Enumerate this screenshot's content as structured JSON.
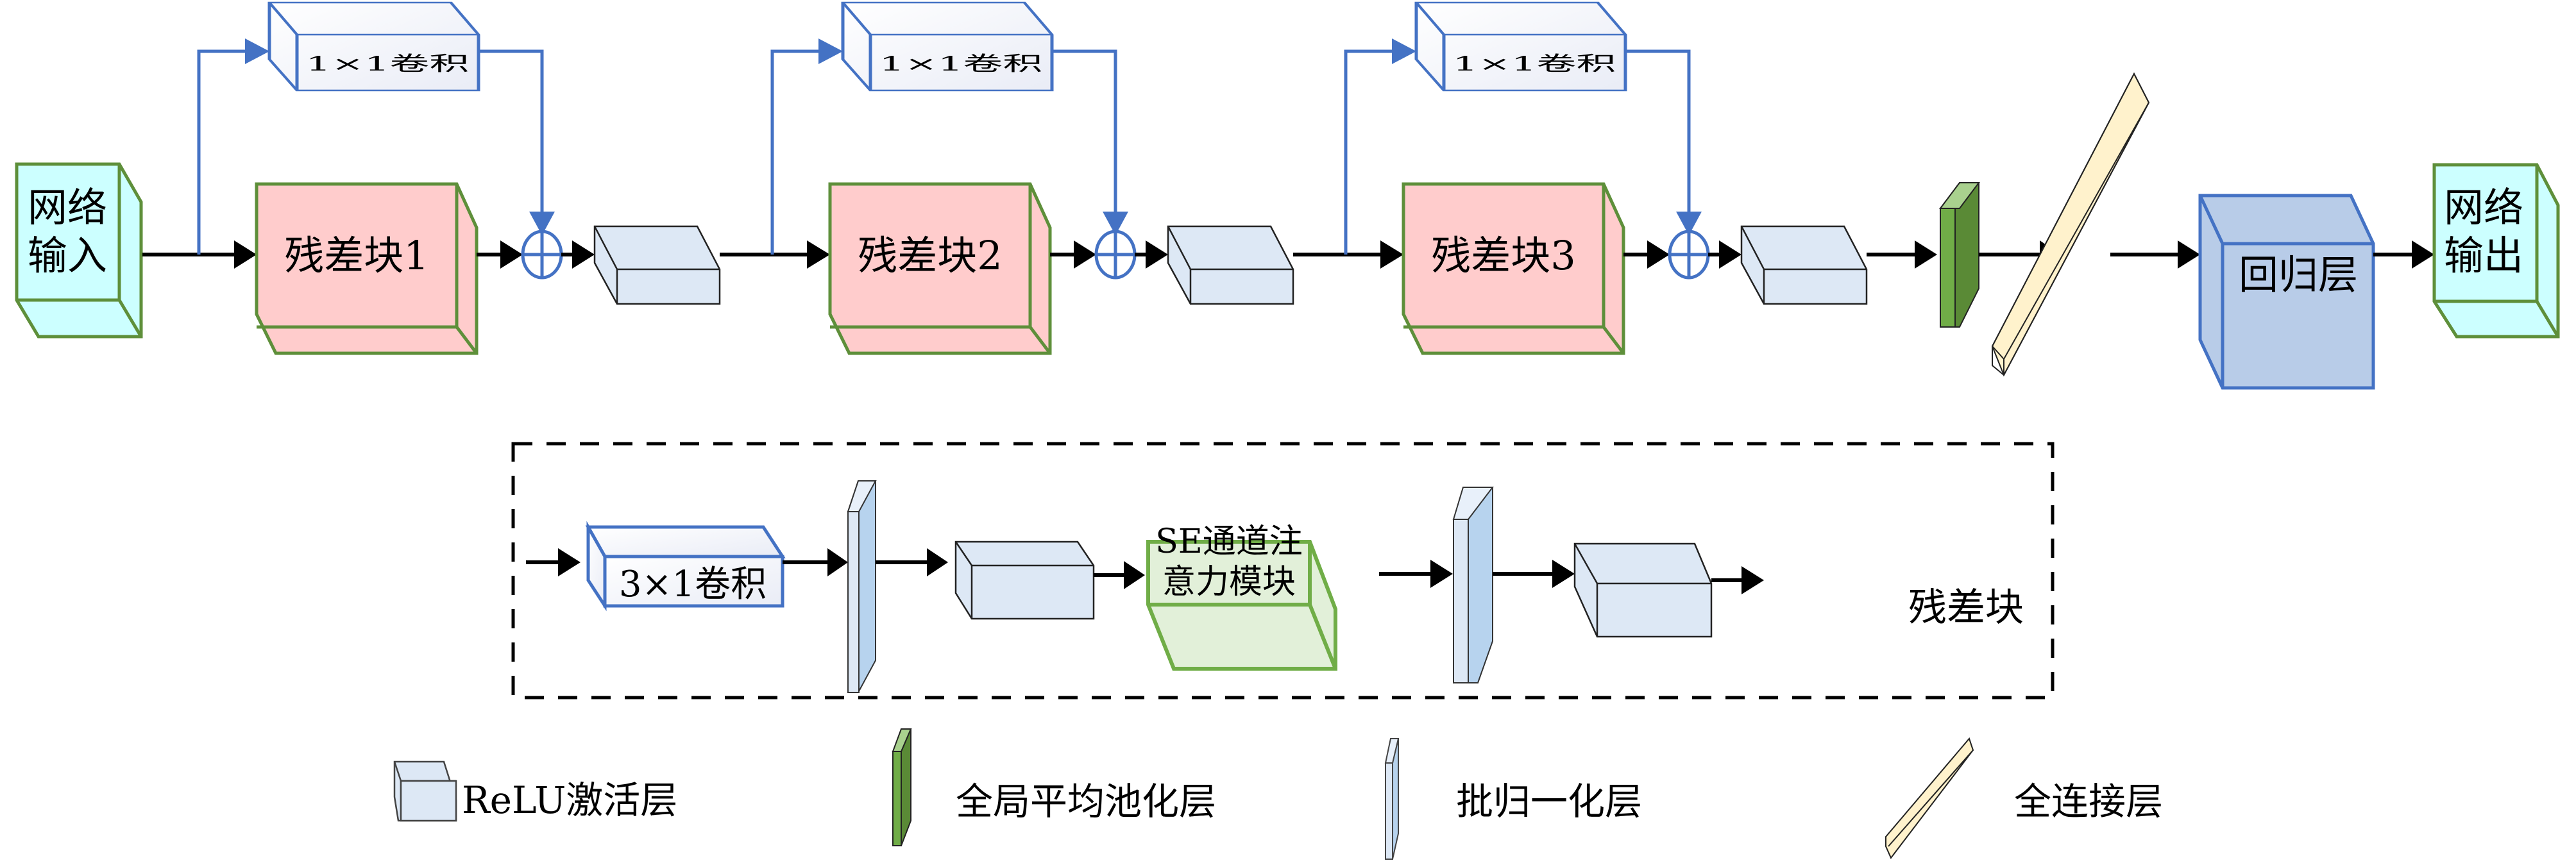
{
  "main_flow": {
    "input_label_line1": "网络",
    "input_label_line2": "输入",
    "output_label_line1": "网络",
    "output_label_line2": "输出",
    "skip_conv_label": "1×1卷积",
    "residual_blocks": [
      "残差块1",
      "残差块2",
      "残差块3"
    ],
    "regression_label": "回归层"
  },
  "residual_detail": {
    "conv_label": "3×1卷积",
    "se_label_line1": "SE通道注",
    "se_label_line2": "意力模块",
    "caption": "残差块"
  },
  "legend": {
    "relu": "ReLU激活层",
    "gap": "全局平均池化层",
    "bn": "批归一化层",
    "fc": "全连接层"
  },
  "colors": {
    "io_fill": "#ccffff",
    "io_stroke": "#5e8f3a",
    "resblock_fill": "#ffcccc",
    "conv_stroke": "#4472c4",
    "relu_fill": "#dde8f5",
    "bn_fill": "#b7d3ee",
    "gap_fill": "#5a8a36",
    "fc_fill": "#fff2cc",
    "regression_fill": "#b8cce8",
    "se_fill": "#e2f0d9",
    "skip_line": "#4472c4"
  }
}
